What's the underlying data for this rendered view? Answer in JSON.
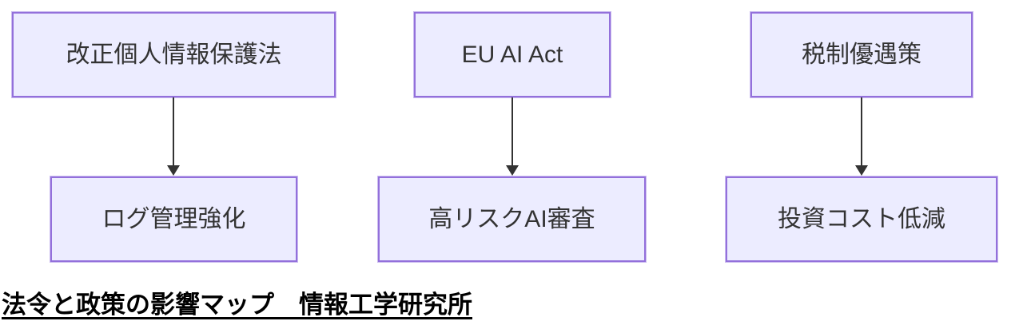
{
  "diagram": {
    "type": "flowchart",
    "direction": "top-down",
    "background_color": "#ffffff",
    "node_fill_color": "#ECECFF",
    "node_border_color": "#9370DB",
    "arrow_color": "#333333",
    "node_text_color": "#333333",
    "caption_text_color": "#000000",
    "nodes": [
      {
        "id": "A",
        "label": "改正個人情報保護法"
      },
      {
        "id": "B",
        "label": "EU AI Act"
      },
      {
        "id": "C",
        "label": "税制優遇策"
      },
      {
        "id": "D",
        "label": "ログ管理強化"
      },
      {
        "id": "E",
        "label": "高リスクAI審査"
      },
      {
        "id": "F",
        "label": "投資コスト低減"
      }
    ],
    "edges": [
      {
        "from": "改正個人情報保護法",
        "to": "ログ管理強化",
        "style": "solid-arrow-down"
      },
      {
        "from": "EU AI Act",
        "to": "高リスクAI審査",
        "style": "solid-arrow-down"
      },
      {
        "from": "税制優遇策",
        "to": "投資コスト低減",
        "style": "solid-arrow-down"
      }
    ],
    "caption": "法令と政策の影響マップ　情報工学研究所"
  }
}
